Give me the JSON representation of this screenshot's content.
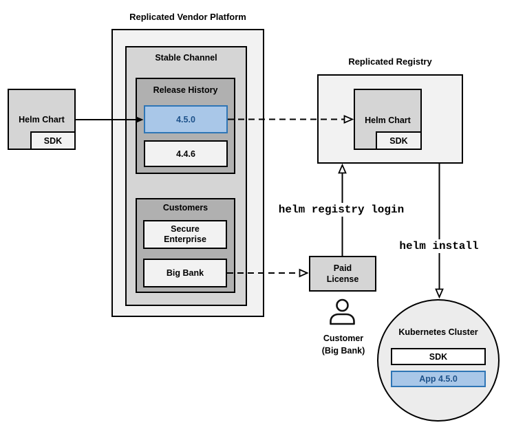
{
  "colors": {
    "box_light": "#f2f2f2",
    "box_mid": "#d5d5d5",
    "box_dark": "#b0b0b0",
    "cluster_fill": "#ececec",
    "highlight_fill": "#a9c7e8",
    "highlight_border": "#2e75b5",
    "highlight_text": "#1d5189",
    "line": "#000000"
  },
  "platform": {
    "title": "Replicated Vendor Platform",
    "stable_channel": {
      "label": "Stable Channel",
      "release_history": {
        "label": "Release History",
        "versions": [
          {
            "label": "4.5.0",
            "highlighted": true
          },
          {
            "label": "4.4.6",
            "highlighted": false
          }
        ]
      },
      "customers": {
        "label": "Customers",
        "items": [
          {
            "line1": "Secure",
            "line2": "Enterprise"
          },
          {
            "line1": "Big Bank",
            "line2": ""
          }
        ]
      }
    }
  },
  "vendor_chart": {
    "label": "Helm Chart",
    "sdk": "SDK"
  },
  "registry": {
    "title": "Replicated Registry",
    "chart": {
      "label": "Helm Chart",
      "sdk": "SDK"
    }
  },
  "license": {
    "line1": "Paid",
    "line2": "License"
  },
  "customer": {
    "line1": "Customer",
    "line2": "(Big Bank)"
  },
  "cluster": {
    "title": "Kubernetes Cluster",
    "sdk": "SDK",
    "app": "App 4.5.0"
  },
  "commands": {
    "registry_login": "helm registry login",
    "install": "helm install"
  },
  "icons": {
    "person": "person-icon"
  }
}
